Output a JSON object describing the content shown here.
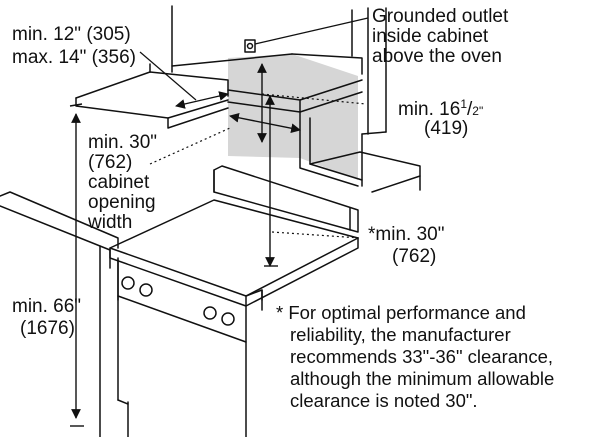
{
  "labels": {
    "min_side_clearance": "min. 12\" (305)",
    "max_side_clearance": "max. 14\" (356)",
    "outlet_l1": "Grounded outlet",
    "outlet_l2": "inside cabinet",
    "outlet_l3": "above the oven",
    "min_depth_prefix": "min. 16",
    "min_depth_num": "1",
    "min_depth_den": "2\"",
    "min_depth_mm": "(419)",
    "opening_l1": "min. 30\"",
    "opening_l2": "(762)",
    "opening_l3": "cabinet",
    "opening_l4": "opening",
    "opening_l5": "width",
    "clearance_l1": "*min. 30\"",
    "clearance_l2": "(762)",
    "height_l1": "min. 66\"",
    "height_l2": "(1676)"
  },
  "note": {
    "line1": "* For optimal performance and",
    "line2": "reliability, the manufacturer",
    "line3": "recommends 33\"-36\" clearance,",
    "line4": "although the minimum allowable",
    "line5": "clearance is noted 30\"."
  },
  "colors": {
    "line": "#111111",
    "shaded_area": "#d6d6d6"
  }
}
